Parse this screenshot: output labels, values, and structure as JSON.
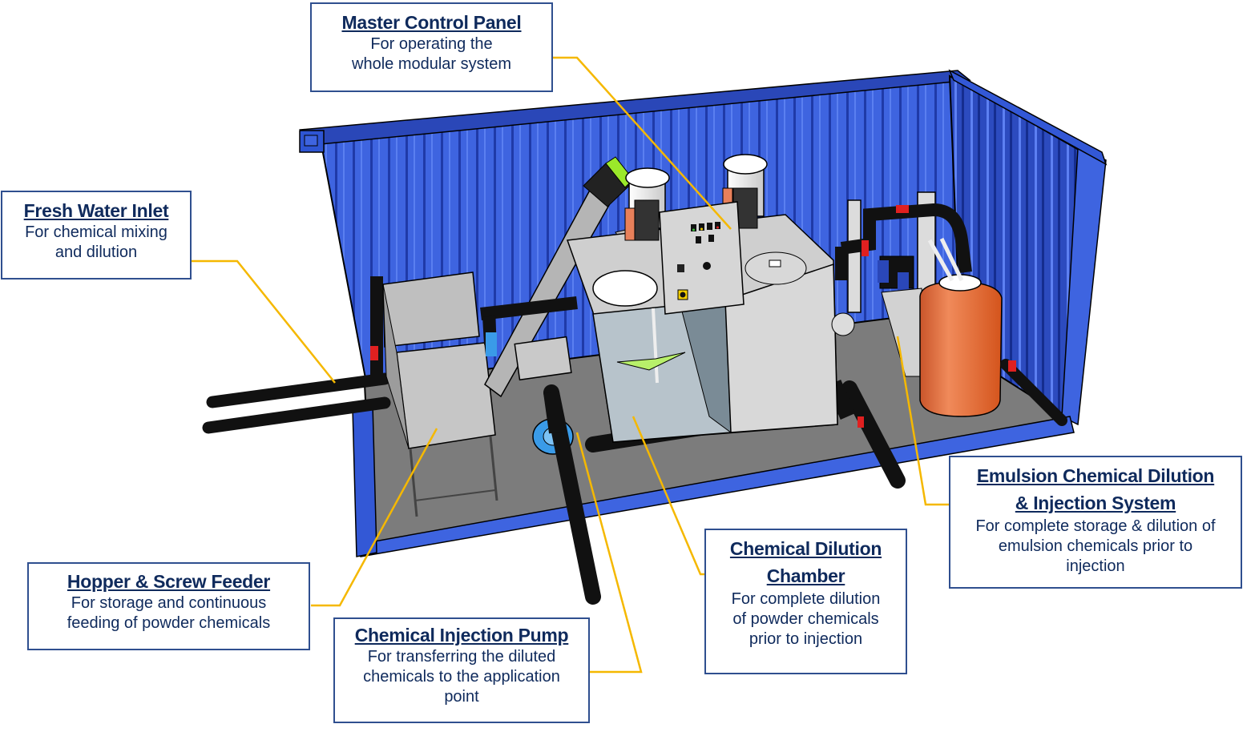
{
  "diagram": {
    "subject": "Containerized modular chemical dilution and injection system",
    "colors": {
      "container_blue": "#3e64e0",
      "container_dark": "#2a47b8",
      "floor_gray": "#7f7f7f",
      "steel_gray": "#c8c8c8",
      "pipe_black": "#1e1e1e",
      "tank_orange": "#e8703f",
      "leader_line": "#f5b800",
      "callout_border": "#2f4f8f",
      "callout_text": "#0f2a5c",
      "valve_red": "#e02020",
      "pump_blue": "#3a9be8",
      "hatch_green": "#9be82a"
    },
    "callouts": [
      {
        "id": "master",
        "title": "Master Control Panel",
        "description": [
          "For operating the",
          "whole modular system"
        ]
      },
      {
        "id": "fresh",
        "title": "Fresh Water Inlet",
        "description": [
          "For chemical mixing",
          "and dilution"
        ]
      },
      {
        "id": "emulsion",
        "title": [
          "Emulsion Chemical Dilution",
          "& Injection System"
        ],
        "description": [
          "For complete storage  & dilution of",
          "emulsion chemicals prior to",
          "injection"
        ]
      },
      {
        "id": "dilution",
        "title": [
          "Chemical Dilution",
          "Chamber"
        ],
        "description": [
          "For complete dilution",
          "of powder chemicals",
          "prior to injection"
        ]
      },
      {
        "id": "hopper",
        "title": "Hopper & Screw Feeder",
        "description": [
          "For storage and continuous",
          "feeding of powder chemicals"
        ]
      },
      {
        "id": "pump",
        "title": "Chemical Injection Pump",
        "description": [
          "For transferring the diluted",
          "chemicals to the application",
          "point"
        ]
      }
    ]
  }
}
